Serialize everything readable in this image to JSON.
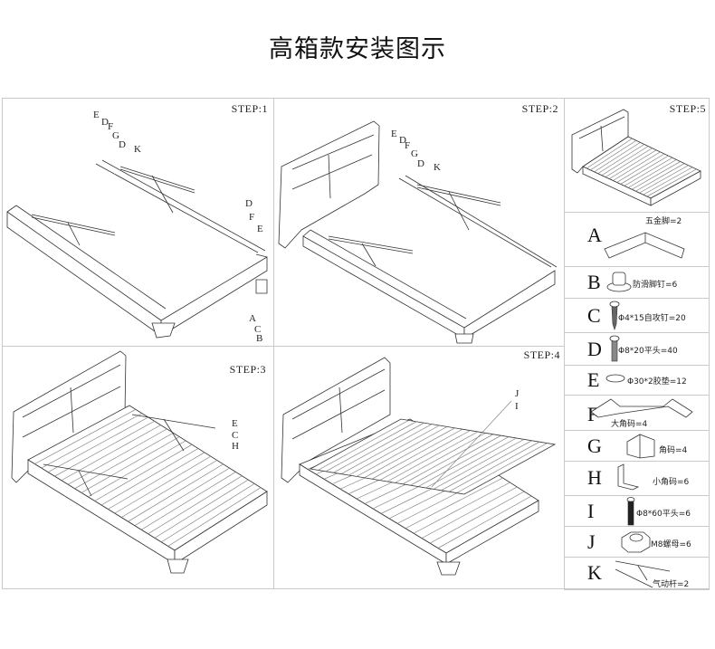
{
  "title": "高箱款安装图示",
  "steps": [
    {
      "id": "step1",
      "label": "STEP:1",
      "callouts": [
        "E",
        "D",
        "F",
        "G",
        "D",
        "K",
        "D",
        "F",
        "E",
        "A",
        "C",
        "B"
      ]
    },
    {
      "id": "step2",
      "label": "STEP:2",
      "callouts": [
        "E",
        "D",
        "F",
        "G",
        "D",
        "K"
      ]
    },
    {
      "id": "step3",
      "label": "STEP:3",
      "callouts": [
        "E",
        "C",
        "H"
      ]
    },
    {
      "id": "step4",
      "label": "STEP:4",
      "callouts": [
        "J",
        "I"
      ]
    },
    {
      "id": "step5",
      "label": "STEP:5",
      "callouts": []
    }
  ],
  "parts": [
    {
      "letter": "A",
      "label": "五金脚=2",
      "icon": "metal-corner-foot"
    },
    {
      "letter": "B",
      "label": "防滑脚钉=6",
      "icon": "anti-slip-foot-pad"
    },
    {
      "letter": "C",
      "label": "Φ4*15自攻钉=20",
      "icon": "self-tapping-screw"
    },
    {
      "letter": "D",
      "label": "Φ8*20平头=40",
      "icon": "flat-head-bolt"
    },
    {
      "letter": "E",
      "label": "Φ30*2胶垫=12",
      "icon": "rubber-washer"
    },
    {
      "letter": "F",
      "label": "大角码=4",
      "icon": "large-bracket"
    },
    {
      "letter": "G",
      "label": "角码=4",
      "icon": "corner-bracket"
    },
    {
      "letter": "H",
      "label": "小角码=6",
      "icon": "small-bracket"
    },
    {
      "letter": "I",
      "label": "Φ8*60平头=6",
      "icon": "long-bolt"
    },
    {
      "letter": "J",
      "label": "M8螺母=6",
      "icon": "hex-nut"
    },
    {
      "letter": "K",
      "label": "气动杆=2",
      "icon": "gas-strut"
    }
  ]
}
